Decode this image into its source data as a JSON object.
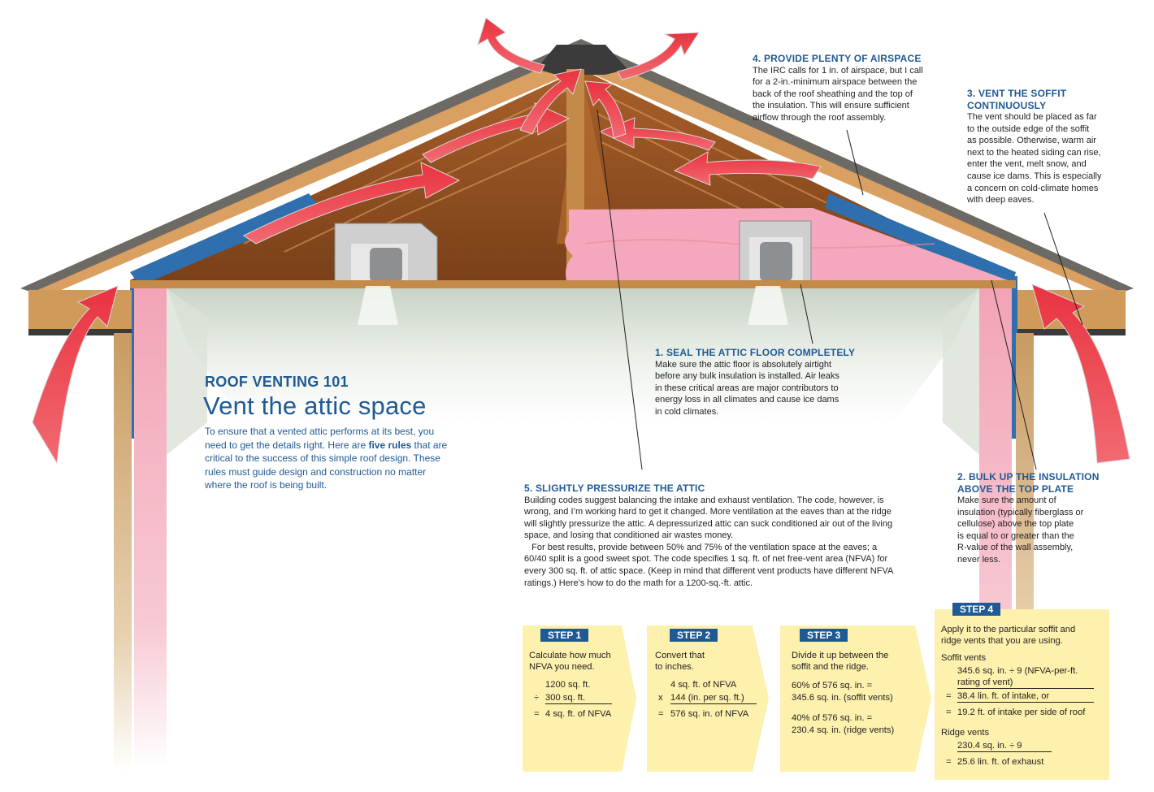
{
  "main": {
    "kicker": "ROOF VENTING 101",
    "title": "Vent the attic space",
    "intro_pre": "To ensure that a vented attic performs at its best, you need to get the details right. Here are ",
    "intro_bold": "five rules",
    "intro_post": " that are critical to the success of this simple roof design. These rules must guide design and construction no matter where the roof is being built."
  },
  "callouts": {
    "c4": {
      "heading": "4. PROVIDE PLENTY OF AIRSPACE",
      "body": [
        "The IRC calls for 1 in. of airspace, but I call",
        "for a 2-in.-minimum airspace between the",
        "back of the roof sheathing and the top of",
        "the insulation. This will ensure sufficient",
        "airflow through the roof assembly."
      ]
    },
    "c3": {
      "heading": [
        "3. VENT THE SOFFIT",
        "CONTINUOUSLY"
      ],
      "body": [
        "The vent should be placed as far",
        "to the outside edge of the soffit",
        "as possible. Otherwise, warm air",
        "next to the heated siding can rise,",
        "enter the vent, melt snow, and",
        "cause ice dams. This is especially",
        "a concern on cold-climate homes",
        "with deep eaves."
      ]
    },
    "c1": {
      "heading": "1. SEAL THE ATTIC FLOOR COMPLETELY",
      "body": [
        "Make sure the attic floor is absolutely airtight",
        "before any bulk insulation is installed. Air leaks",
        "in these critical areas are major contributors to",
        "energy loss in all climates and cause ice dams",
        "in cold climates."
      ]
    },
    "c2": {
      "heading": [
        "2. BULK UP THE INSULATION",
        "ABOVE THE TOP PLATE"
      ],
      "body": [
        "Make sure the amount of",
        "insulation (typically fiberglass or",
        "cellulose) above the top plate",
        "is equal to or greater than the",
        "R-value of the wall assembly,",
        "never less."
      ]
    },
    "c5": {
      "heading": "5. SLIGHTLY PRESSURIZE THE ATTIC",
      "body": [
        "Building codes suggest balancing the intake and exhaust ventilation. The code, however, is",
        "wrong, and I’m working hard to get it changed. More ventilation at the eaves than at the ridge",
        "will slightly pressurize the attic. A depressurized attic can suck conditioned air out of the living",
        "space, and losing that conditioned air wastes money.",
        "   For best results, provide between 50% and 75% of the ventilation space at the eaves; a",
        "60/40 split is a good sweet spot. The code specifies 1 sq. ft. of net free-vent area (NFVA) for",
        "every 300 sq. ft. of attic space. (Keep in mind that different vent products have different NFVA",
        "ratings.) Here’s how to do the math for a 1200-sq.-ft. attic."
      ]
    }
  },
  "steps": {
    "s1": {
      "badge": "STEP 1",
      "intro": [
        "Calculate how much",
        "NFVA you need."
      ],
      "l1": "1200 sq. ft.",
      "l2_op": "÷",
      "l2": "300 sq. ft.",
      "l3_op": "=",
      "l3": "4 sq. ft. of NFVA"
    },
    "s2": {
      "badge": "STEP 2",
      "intro": [
        "Convert that",
        "to inches."
      ],
      "l1": "4 sq. ft. of NFVA",
      "l2_op": "x",
      "l2": "144 (in. per sq. ft.)",
      "l3_op": "=",
      "l3": "576 sq. in. of NFVA"
    },
    "s3": {
      "badge": "STEP 3",
      "intro": [
        "Divide it up between the",
        "soffit and the ridge."
      ],
      "a1": "60% of 576 sq. in. =",
      "a2": "345.6 sq. in. (soffit vents)",
      "b1": "40% of 576 sq. in. =",
      "b2": "230.4 sq. in. (ridge vents)"
    },
    "s4": {
      "badge": "STEP 4",
      "intro": [
        "Apply it to the particular soffit and",
        "ridge vents that you are using."
      ],
      "soffit_label": "Soffit vents",
      "soffit_l1": "345.6 sq. in. ÷ 9 (NFVA-per-ft.",
      "soffit_l2": "rating of vent)",
      "soffit_l3_op": "=",
      "soffit_l3": "38.4 lin. ft. of intake, or",
      "soffit_l4_op": "=",
      "soffit_l4": "19.2 ft. of intake per side of roof",
      "ridge_label": "Ridge vents",
      "ridge_l1": "230.4 sq. in. ÷ 9",
      "ridge_l2_op": "=",
      "ridge_l2": "25.6 lin. ft. of exhaust"
    }
  },
  "colors": {
    "heading_blue": "#1f5a95",
    "step_yellow": "#fdf1ad",
    "arrow_red": "#f04b54",
    "insulation_pink": "#f5a8bd",
    "wood": "#c98a45"
  }
}
